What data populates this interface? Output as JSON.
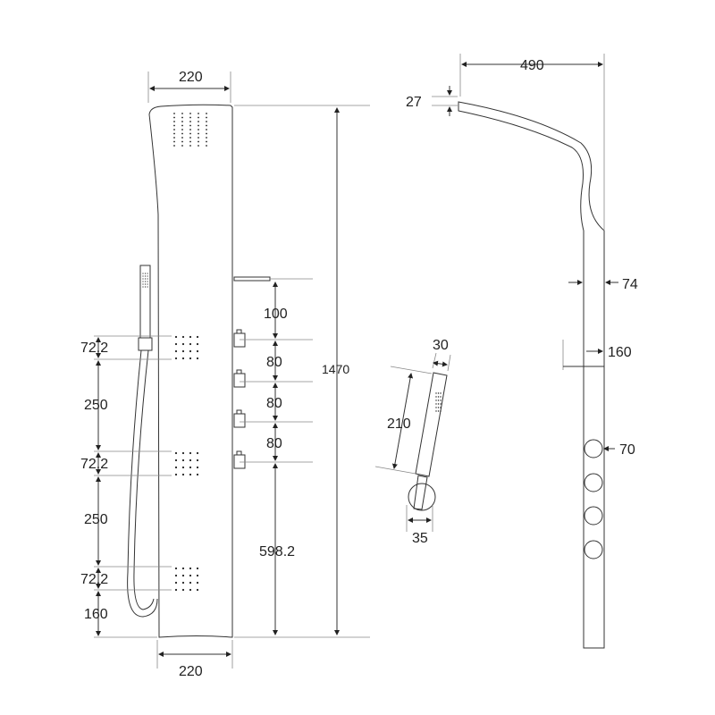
{
  "front_view": {
    "top_width": "220",
    "bottom_width": "220",
    "total_height": "1470",
    "spout_to_first_knob": "100",
    "knob_spacing": [
      "80",
      "80",
      "80"
    ],
    "last_knob_to_floor": "598.2",
    "left_dims": [
      "72.2",
      "250",
      "72.2",
      "250",
      "72.2",
      "160"
    ]
  },
  "side_view": {
    "top_depth": "490",
    "head_thickness": "27",
    "panel_depth": "74",
    "spout_projection": "160",
    "knob_diameter": "70"
  },
  "hand_shower": {
    "width": "30",
    "length": "210",
    "holder_width": "35"
  },
  "colors": {
    "line": "#333333",
    "background": "#ffffff"
  }
}
